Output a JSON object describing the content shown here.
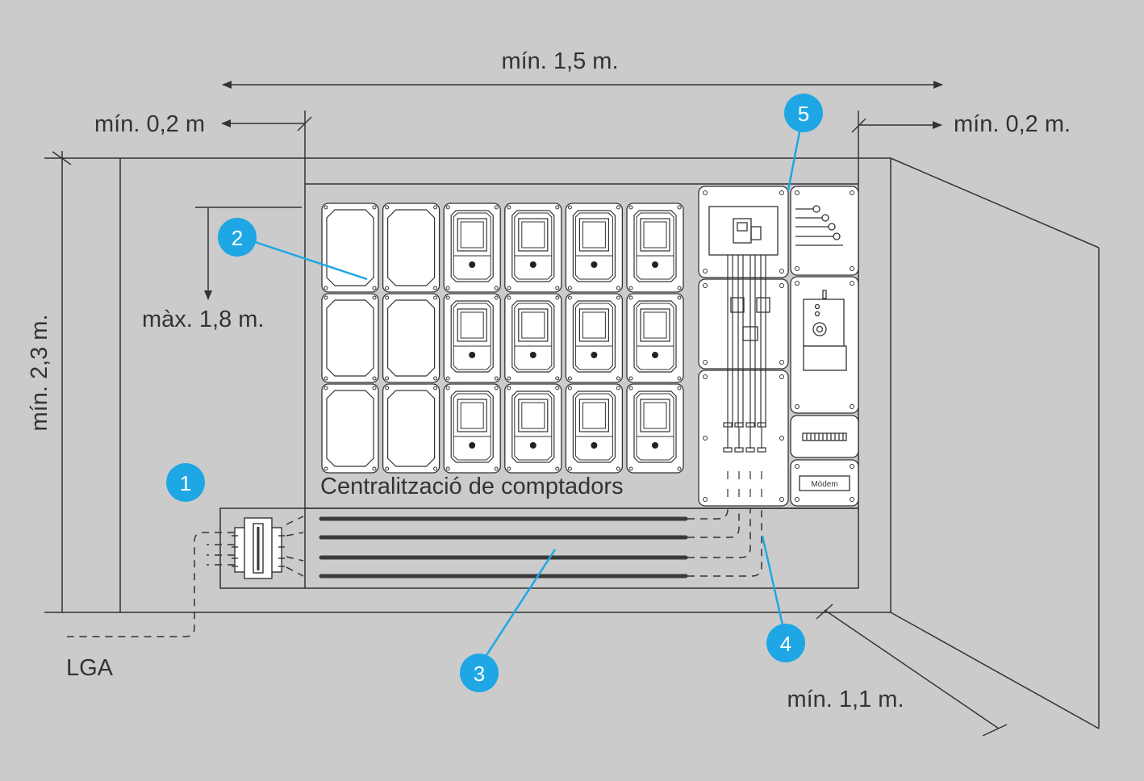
{
  "dimensions": {
    "total_width": "mín. 1,5 m.",
    "left_clearance": "mín. 0,2 m",
    "right_clearance": "mín. 0,2 m.",
    "height": "mín. 2,3 m.",
    "max_height": "màx. 1,8 m.",
    "depth": "mín. 1,1 m."
  },
  "labels": {
    "lga": "LGA",
    "centralization": "Centralització de comptadors",
    "modem": "Mòdem"
  },
  "callouts": [
    "1",
    "2",
    "3",
    "4",
    "5"
  ],
  "colors": {
    "background": "#cbcbcb",
    "line": "#333333",
    "panel_fill": "#ffffff",
    "callout": "#1ea7e4",
    "cable": "#3a3a3a"
  },
  "meter_grid": {
    "rows": 3,
    "columns": 6,
    "blank_columns": 2
  }
}
